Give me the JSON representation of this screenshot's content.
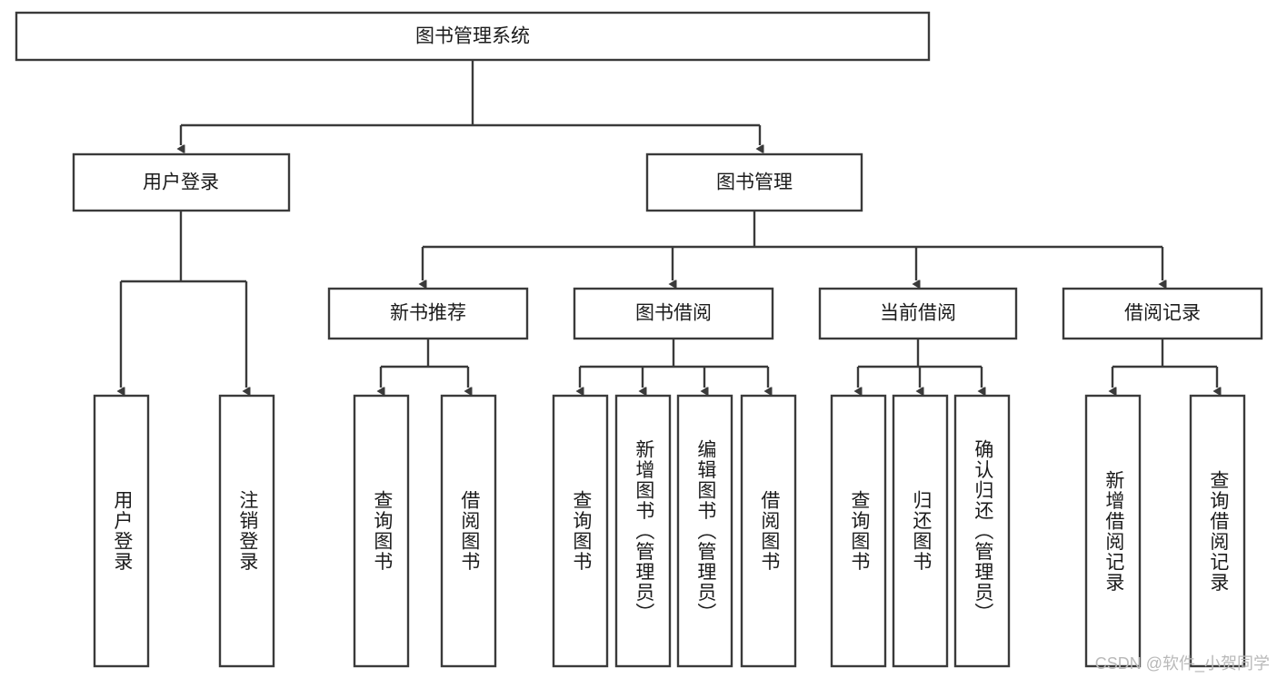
{
  "diagram": {
    "title": "图书管理系统",
    "type": "hierarchy-tree",
    "orientation": "top-down",
    "levels": 4,
    "colors": {
      "box_fill": "#ffffff",
      "box_stroke": "#3a3a3a",
      "text": "#1b1b1b",
      "background": "#ffffff",
      "watermark": "#b9b9b9"
    },
    "root": {
      "id": "root",
      "label": "图书管理系统",
      "orientation": "horizontal"
    },
    "level2": [
      {
        "id": "user-login",
        "label": "用户登录",
        "orientation": "horizontal"
      },
      {
        "id": "book-management",
        "label": "图书管理",
        "orientation": "horizontal"
      }
    ],
    "level3": [
      {
        "id": "new-book-recommend",
        "label": "新书推荐",
        "orientation": "horizontal",
        "parent": "book-management"
      },
      {
        "id": "book-borrow",
        "label": "图书借阅",
        "orientation": "horizontal",
        "parent": "book-management"
      },
      {
        "id": "current-borrow",
        "label": "当前借阅",
        "orientation": "horizontal",
        "parent": "book-management"
      },
      {
        "id": "borrow-record",
        "label": "借阅记录",
        "orientation": "horizontal",
        "parent": "book-management"
      }
    ],
    "leaves": [
      {
        "id": "leaf-user-login",
        "label": "用户登录",
        "orientation": "vertical",
        "parent": "user-login"
      },
      {
        "id": "leaf-user-logout",
        "label": "注销登录",
        "orientation": "vertical",
        "parent": "user-login"
      },
      {
        "id": "leaf-query-book-1",
        "label": "查询图书",
        "orientation": "vertical",
        "parent": "new-book-recommend"
      },
      {
        "id": "leaf-borrow-book-1",
        "label": "借阅图书",
        "orientation": "vertical",
        "parent": "new-book-recommend"
      },
      {
        "id": "leaf-query-book-2",
        "label": "查询图书",
        "orientation": "vertical",
        "parent": "book-borrow"
      },
      {
        "id": "leaf-add-book-admin",
        "label": "新增图书（管理员）",
        "orientation": "vertical",
        "parent": "book-borrow"
      },
      {
        "id": "leaf-edit-book-admin",
        "label": "编辑图书（管理员）",
        "orientation": "vertical",
        "parent": "book-borrow"
      },
      {
        "id": "leaf-borrow-book-2",
        "label": "借阅图书",
        "orientation": "vertical",
        "parent": "book-borrow"
      },
      {
        "id": "leaf-query-book-3",
        "label": "查询图书",
        "orientation": "vertical",
        "parent": "current-borrow"
      },
      {
        "id": "leaf-return-book",
        "label": "归还图书",
        "orientation": "vertical",
        "parent": "current-borrow"
      },
      {
        "id": "leaf-confirm-return-admin",
        "label": "确认归还（管理员）",
        "orientation": "vertical",
        "parent": "current-borrow"
      },
      {
        "id": "leaf-add-borrow-record",
        "label": "新增借阅记录",
        "orientation": "vertical",
        "parent": "borrow-record"
      },
      {
        "id": "leaf-query-borrow-record",
        "label": "查询借阅记录",
        "orientation": "vertical",
        "parent": "borrow-record"
      }
    ]
  },
  "watermark": {
    "text": "CSDN @软件_小贺同学"
  }
}
